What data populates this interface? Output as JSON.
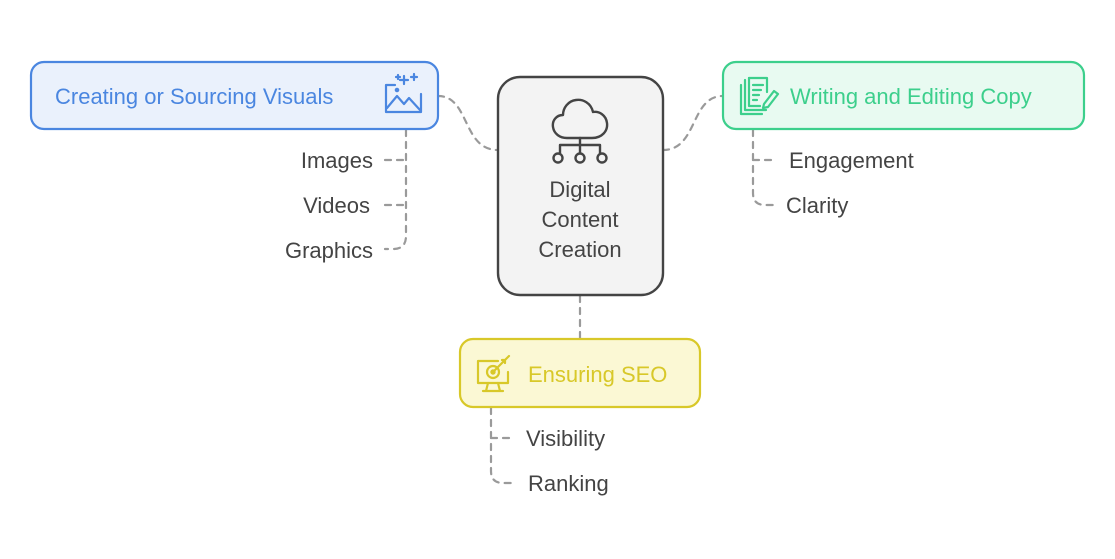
{
  "center": {
    "lines": [
      "Digital",
      "Content",
      "Creation"
    ],
    "icon": "cloud-network-icon"
  },
  "branches": {
    "visuals": {
      "title": "Creating or Sourcing Visuals",
      "icon": "image-sparkle-icon",
      "color": "#4a86e0",
      "fill": "#eaf1fc",
      "items": [
        "Images",
        "Videos",
        "Graphics"
      ]
    },
    "copy": {
      "title": "Writing and Editing Copy",
      "icon": "document-pen-icon",
      "color": "#3ccf8c",
      "fill": "#e8faf1",
      "items": [
        "Engagement",
        "Clarity"
      ]
    },
    "seo": {
      "title": "Ensuring SEO",
      "icon": "monitor-target-icon",
      "color": "#d8c829",
      "fill": "#fbf8d4",
      "items": [
        "Visibility",
        "Ranking"
      ]
    }
  },
  "colors": {
    "text": "#444444",
    "center_border": "#444444",
    "center_fill": "#f3f3f3",
    "connector": "#9a9a9a"
  }
}
